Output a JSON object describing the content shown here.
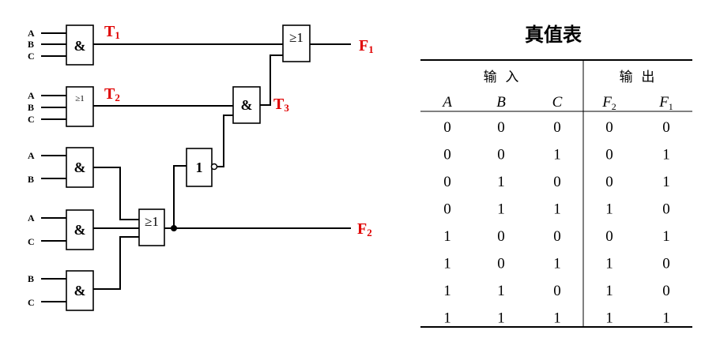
{
  "circuit": {
    "gate1": {
      "symbol": "&",
      "inputs": [
        "A",
        "B",
        "C"
      ]
    },
    "gate2": {
      "symbol": "≥1",
      "inputs": [
        "A",
        "B",
        "C"
      ]
    },
    "gate3": {
      "symbol": "&",
      "inputs": [
        "A",
        "B"
      ]
    },
    "gate4": {
      "symbol": "&",
      "inputs": [
        "A",
        "C"
      ]
    },
    "gate5": {
      "symbol": "&",
      "inputs": [
        "B",
        "C"
      ]
    },
    "gate_or_mid": {
      "symbol": "≥1"
    },
    "gate_not": {
      "symbol": "1"
    },
    "gate_and_t3": {
      "symbol": "&"
    },
    "gate_or_out": {
      "symbol": "≥1"
    },
    "labels": {
      "t1": {
        "main": "T",
        "sub": "1"
      },
      "t2": {
        "main": "T",
        "sub": "2"
      },
      "t3": {
        "main": "T",
        "sub": "3"
      },
      "f1": {
        "main": "F",
        "sub": "1"
      },
      "f2": {
        "main": "F",
        "sub": "2"
      }
    },
    "colors": {
      "label": "#e00000",
      "line": "#000000"
    }
  },
  "truth_table": {
    "title": "真值表",
    "group_input": "输  入",
    "group_output": "输  出",
    "columns": [
      {
        "main": "A",
        "sub": ""
      },
      {
        "main": "B",
        "sub": ""
      },
      {
        "main": "C",
        "sub": ""
      },
      {
        "main": "F",
        "sub": "2"
      },
      {
        "main": "F",
        "sub": "1"
      }
    ],
    "rows": [
      [
        "0",
        "0",
        "0",
        "0",
        "0"
      ],
      [
        "0",
        "0",
        "1",
        "0",
        "1"
      ],
      [
        "0",
        "1",
        "0",
        "0",
        "1"
      ],
      [
        "0",
        "1",
        "1",
        "1",
        "0"
      ],
      [
        "1",
        "0",
        "0",
        "0",
        "1"
      ],
      [
        "1",
        "0",
        "1",
        "1",
        "0"
      ],
      [
        "1",
        "1",
        "0",
        "1",
        "0"
      ],
      [
        "1",
        "1",
        "1",
        "1",
        "1"
      ]
    ]
  }
}
